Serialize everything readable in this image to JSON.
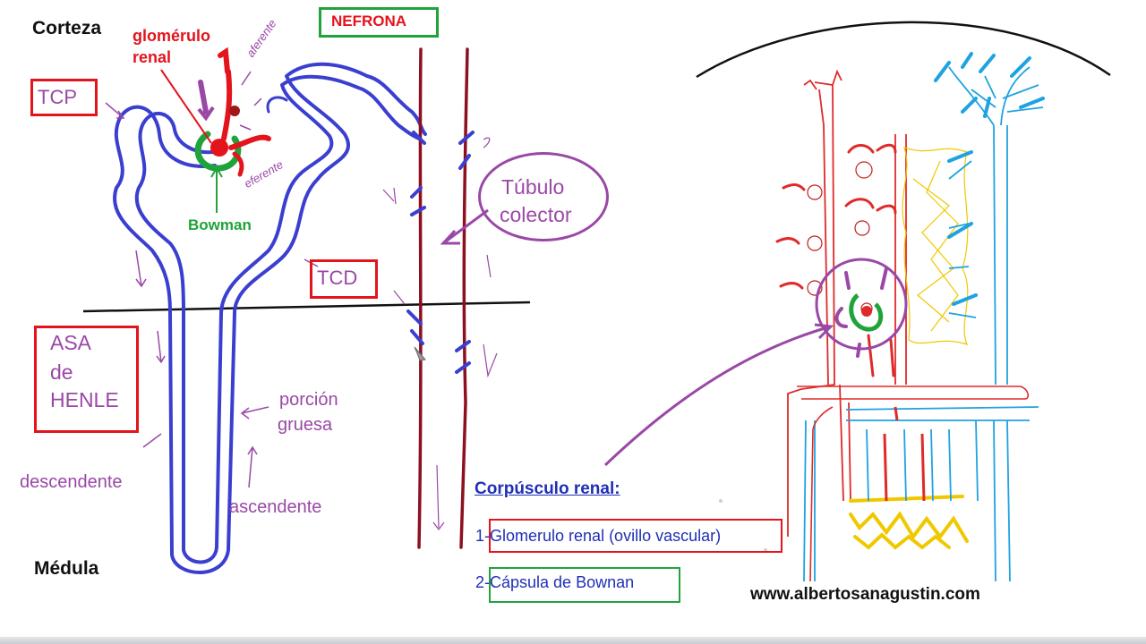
{
  "labels": {
    "corteza": "Corteza",
    "medula": "Médula",
    "nefrona": "NEFRONA",
    "glomerulo": "glomérulo",
    "renal": "renal",
    "tcp": "TCP",
    "tcd": "TCD",
    "bowman": "Bowman",
    "tubulo": "Túbulo",
    "colector": "colector",
    "asa": "ASA",
    "de": "de",
    "henle": "HENLE",
    "porcion": "porción",
    "gruesa": "gruesa",
    "descendente": "descendente",
    "ascendente": "ascendente",
    "aferente": "aferente",
    "eferente": "eferente"
  },
  "legend": {
    "title": "Corpúsculo renal:",
    "item1": "1-Glomerulo renal (ovillo vascular)",
    "item2": "2-Cápsula de Bownan"
  },
  "website": "www.albertosanagustin.com",
  "colors": {
    "nephron_tube": "#3a3fd0",
    "red_label": "#e3141c",
    "green": "#21a33b",
    "purple": "#9a48a6",
    "dark_red": "#8c1020",
    "blue_text": "#1f2fb5",
    "vessel_red": "#e02a2a",
    "vessel_blue": "#1fa3e0",
    "lymph_yellow": "#f0c800"
  }
}
